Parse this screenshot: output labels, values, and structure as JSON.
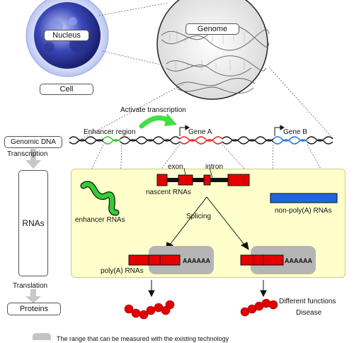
{
  "top": {
    "nucleus_label": "Nucleus",
    "genome_label": "Genome",
    "cell_label": "Cell"
  },
  "dna_row": {
    "activate_transcription": "Activate transcription",
    "enhancer_region": "Enhancer region",
    "gene_a": "Gene A",
    "gene_b": "Gene B"
  },
  "side": {
    "genomic_dna": "Genomic DNA",
    "transcription": "Transcription",
    "rnas": "RNAs",
    "translation": "Translation",
    "proteins": "Proteins"
  },
  "panel": {
    "exon": "exon",
    "intron": "intron",
    "nascent_rnas": "nascent RNAs",
    "non_poly_a_rnas": "non-poly(A) RNAs",
    "enhancer_rnas": "enhancer RNAs",
    "splicing": "Splicing",
    "poly_a_rnas": "poly(A) RNAs",
    "poly_a_tail_left": "AAAAAA",
    "poly_a_tail_right": "AAAAAA"
  },
  "bottom": {
    "different_functions": "Different functions",
    "disease": "Disease",
    "legend_text": "The range that can be measured with the existing technology"
  },
  "colors": {
    "exon_red": "#e50000",
    "gene_a_strand": "#e83030",
    "gene_b_strand": "#3080e0",
    "enhancer_green": "#33cc33",
    "rna_blue": "#1f66e0",
    "panel_yellow": "#ffffcc",
    "measured_gray": "#b5b5b5"
  },
  "icons": [
    "nucleus-sphere",
    "genome-magnifier",
    "dna-helix",
    "enhancer-rna-squiggle",
    "protein-bead-chain"
  ]
}
